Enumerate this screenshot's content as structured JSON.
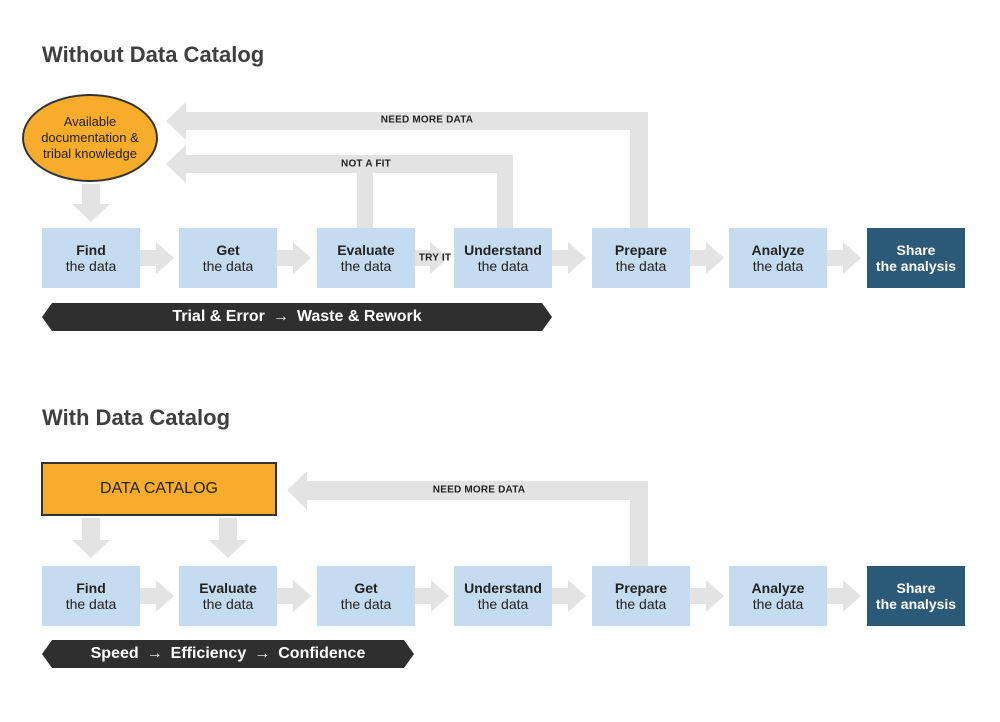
{
  "section_without": {
    "title": "Without Data Catalog",
    "source": "Available documentation & tribal knowledge",
    "steps": [
      {
        "line1": "Find",
        "line2": "the data"
      },
      {
        "line1": "Get",
        "line2": "the data"
      },
      {
        "line1": "Evaluate",
        "line2": "the data"
      },
      {
        "line1": "Understand",
        "line2": "the data"
      },
      {
        "line1": "Prepare",
        "line2": "the data"
      },
      {
        "line1": "Analyze",
        "line2": "the data"
      },
      {
        "line1": "Share",
        "line2": "the analysis"
      }
    ],
    "loop_need_more": "NEED MORE DATA",
    "loop_not_fit": "NOT A FIT",
    "try_it": "TRY IT",
    "banner": {
      "part1": "Trial & Error",
      "arrow": "→",
      "part2": "Waste & Rework"
    }
  },
  "section_with": {
    "title": "With Data Catalog",
    "source": "DATA CATALOG",
    "steps": [
      {
        "line1": "Find",
        "line2": "the data"
      },
      {
        "line1": "Evaluate",
        "line2": "the data"
      },
      {
        "line1": "Get",
        "line2": "the data"
      },
      {
        "line1": "Understand",
        "line2": "the data"
      },
      {
        "line1": "Prepare",
        "line2": "the data"
      },
      {
        "line1": "Analyze",
        "line2": "the data"
      },
      {
        "line1": "Share",
        "line2": "the analysis"
      }
    ],
    "loop_need_more": "NEED MORE DATA",
    "banner": {
      "part1": "Speed",
      "arrow1": "→",
      "part2": "Efficiency",
      "arrow2": "→",
      "part3": "Confidence"
    }
  },
  "colors": {
    "step_fill": "#c5dcf0",
    "final_fill": "#2a5a78",
    "accent": "#f8ac2c",
    "connector": "#e3e3e3",
    "banner": "#2f2f2f"
  }
}
